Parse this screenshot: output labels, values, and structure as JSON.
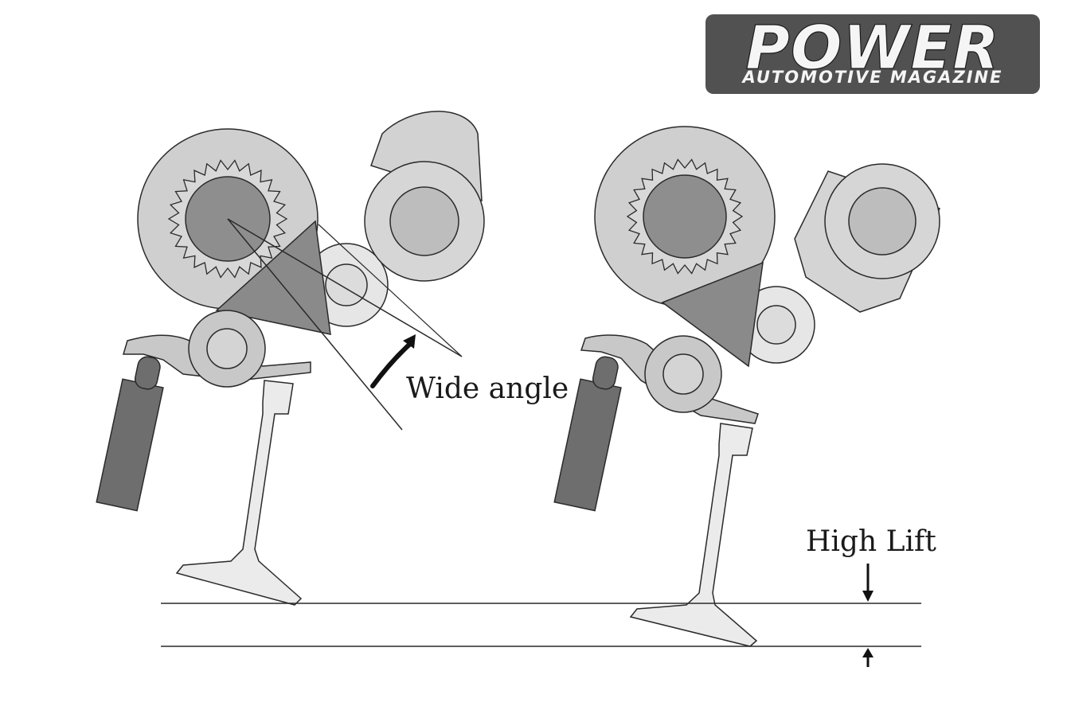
{
  "logo": {
    "title": "POWER",
    "subtitle": "AUTOMOTIVE MAGAZINE"
  },
  "labels": {
    "wide_angle": "Wide angle",
    "high_lift": "High Lift"
  },
  "colors": {
    "outline": "#2a2a2a",
    "light_gray": "#dedede",
    "mid_gray": "#c8c8c8",
    "dark_gray": "#8e8e8e",
    "cam_lobe": "#8a8a8a",
    "piston_dark": "#6e6e6e",
    "valve_fill": "#ebebeb",
    "logo_shadow": "#2b2b2b"
  }
}
